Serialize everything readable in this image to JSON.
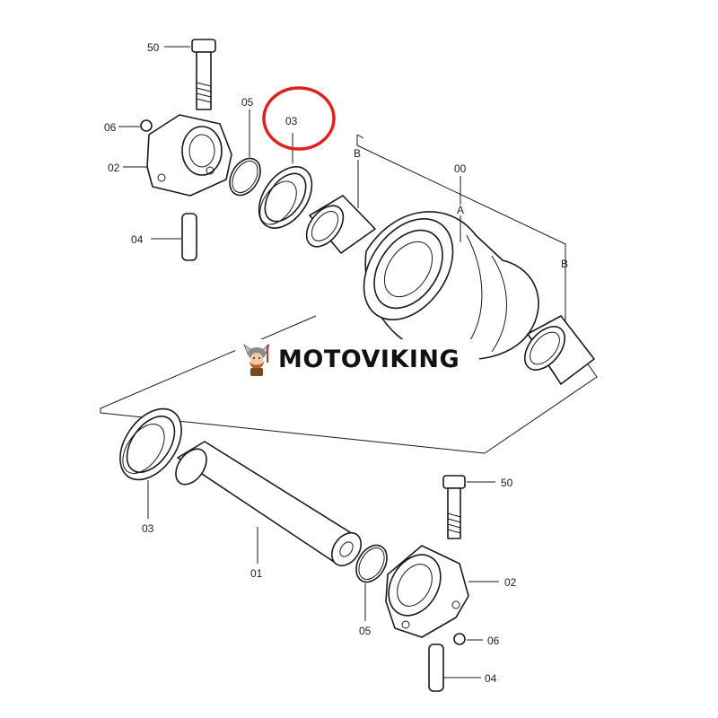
{
  "labels": {
    "bolt_top": "50",
    "nut_top": "06",
    "collar_top": "02",
    "pin_top": "04",
    "oring_top": "05",
    "seal_top": "03",
    "bushing_b_top": "B",
    "assembly": "00",
    "roller_a": "A",
    "bushing_b_right": "B",
    "seal_bottom": "03",
    "shaft": "01",
    "bolt_bottom": "50",
    "collar_bottom": "02",
    "oring_bottom": "05",
    "nut_bottom": "06",
    "pin_bottom": "04"
  },
  "highlight": {
    "target": "03",
    "color": "#e0201b"
  },
  "brand": {
    "name": "MOTOVIKING",
    "mark": "viking-mascot"
  }
}
